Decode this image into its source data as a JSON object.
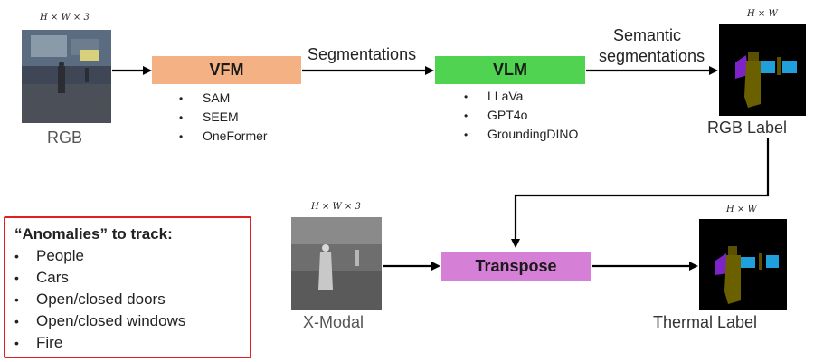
{
  "rgb_image": {
    "dims": "H × W × 3",
    "label": "RGB"
  },
  "vfm": {
    "label": "VFM",
    "color": "#f4b183",
    "models": [
      "SAM",
      "SEEM",
      "OneFormer"
    ]
  },
  "arrow_vfm_vlm": {
    "label": "Segmentations"
  },
  "vlm": {
    "label": "VLM",
    "color": "#4fd350",
    "models": [
      "LLaVa",
      "GPT4o",
      "GroundingDINO"
    ]
  },
  "arrow_vlm_out": {
    "line1": "Semantic",
    "line2": "segmentations"
  },
  "rgb_label": {
    "dims": "H × W",
    "label": "RGB Label"
  },
  "xmodal_image": {
    "dims": "H × W × 3",
    "label": "X-Modal"
  },
  "transpose": {
    "label": "Transpose",
    "color": "#d67fd6"
  },
  "thermal_label": {
    "dims": "H × W",
    "label": "Thermal Label"
  },
  "anomalies": {
    "title": "“Anomalies” to track:",
    "border_color": "#e02020",
    "items": [
      "People",
      "Cars",
      "Open/closed doors",
      "Open/closed windows",
      "Fire"
    ]
  }
}
